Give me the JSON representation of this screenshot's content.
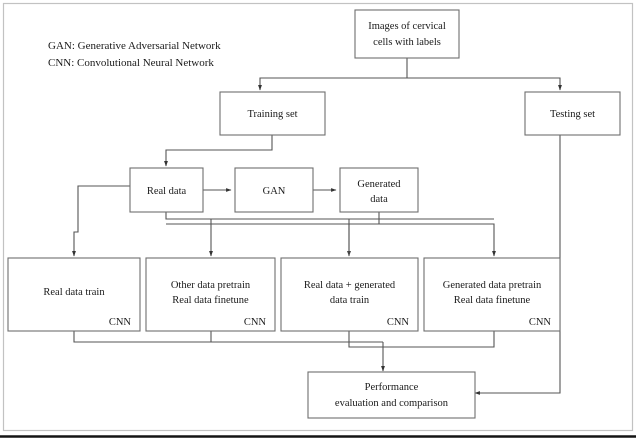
{
  "figure": {
    "kind": "flowchart",
    "title_visible": false,
    "background": "#ffffff",
    "box_stroke": "#6e6e6e",
    "connector_stroke": "#555555",
    "text_color": "#1a1a1a",
    "frame_color": "#c2c2c2",
    "frame_bottom_color": "#141414"
  },
  "legend": {
    "lines": [
      "GAN:  Generative Adversarial Network",
      "CNN: Convolutional Neural Network"
    ],
    "line1": "GAN:  Generative Adversarial Network",
    "line2": "CNN: Convolutional Neural Network"
  },
  "nodes": {
    "source": {
      "id": "images-of-cervical-cells",
      "line1": "Images of cervical",
      "line2": "cells with labels"
    },
    "training_set": {
      "id": "training-set",
      "line1": "Training set"
    },
    "testing_set": {
      "id": "testing-set",
      "line1": "Testing set"
    },
    "real_data": {
      "id": "real-data",
      "line1": "Real data"
    },
    "gan": {
      "id": "gan",
      "line1": "GAN"
    },
    "generated_data": {
      "id": "generated-data",
      "line1": "Generated",
      "line2": "data"
    },
    "branch1": {
      "id": "real-data-train",
      "line1": "Real data train",
      "line2": "",
      "corner": "CNN"
    },
    "branch2": {
      "id": "other-data-pretrain",
      "line1": "Other data pretrain",
      "line2": "Real data finetune",
      "corner": "CNN"
    },
    "branch3": {
      "id": "real-plus-generated-data-train",
      "line1": "Real data + generated",
      "line2": "data train",
      "corner": "CNN"
    },
    "branch4": {
      "id": "generated-data-pretrain",
      "line1": "Generated data pretrain",
      "line2": "Real data finetune",
      "corner": "CNN"
    },
    "performance": {
      "id": "performance-evaluation",
      "line1": "Performance",
      "line2": "evaluation and comparison"
    }
  },
  "edges": [
    {
      "from": "images-of-cervical-cells",
      "to": "training-set"
    },
    {
      "from": "images-of-cervical-cells",
      "to": "testing-set"
    },
    {
      "from": "training-set",
      "to": "real-data"
    },
    {
      "from": "real-data",
      "to": "gan"
    },
    {
      "from": "gan",
      "to": "generated-data"
    },
    {
      "from": "real-data",
      "to": "real-data-train"
    },
    {
      "from": "real-data",
      "to": "other-data-pretrain"
    },
    {
      "from": "real-data",
      "to": "real-plus-generated-data-train"
    },
    {
      "from": "generated-data",
      "to": "real-plus-generated-data-train"
    },
    {
      "from": "generated-data",
      "to": "generated-data-pretrain"
    },
    {
      "from": "real-data-train",
      "to": "performance-evaluation"
    },
    {
      "from": "other-data-pretrain",
      "to": "performance-evaluation"
    },
    {
      "from": "real-plus-generated-data-train",
      "to": "performance-evaluation"
    },
    {
      "from": "generated-data-pretrain",
      "to": "performance-evaluation"
    },
    {
      "from": "testing-set",
      "to": "performance-evaluation"
    }
  ]
}
